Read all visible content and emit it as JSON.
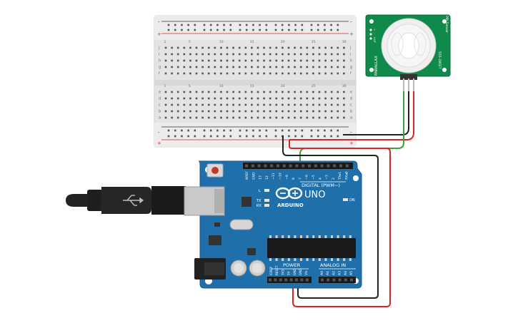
{
  "breadboard": {
    "top_labels": [
      "1",
      "",
      "",
      "",
      "5",
      "",
      "",
      "",
      "",
      "10",
      "",
      "",
      "",
      "",
      "15",
      "",
      "",
      "",
      "",
      "20",
      "",
      "",
      "",
      "",
      "25",
      "",
      "",
      "",
      "",
      "30"
    ],
    "rows_top": [
      "j",
      "i",
      "h",
      "g",
      "f"
    ],
    "rows_bottom": [
      "e",
      "d",
      "c",
      "b",
      "a"
    ],
    "plus": "+",
    "minus": "-"
  },
  "pir": {
    "title": "PIR Sensor",
    "brand": "PARALLAX",
    "part": "555-28027",
    "pin_labels": [
      "+",
      "-",
      "OUT"
    ]
  },
  "arduino": {
    "brand": "ARDUINO",
    "model": "UNO",
    "digital_label": "DIGITAL (PWM~)",
    "power_label": "POWER",
    "analog_label": "ANALOG IN",
    "on_label": "ON",
    "l_label": "L",
    "tx_label": "TX",
    "rx_label": "RX",
    "digital_pins": [
      "AREF",
      "GND",
      "13",
      "12",
      "~11",
      "~10",
      "~9",
      "8",
      "7",
      "~6",
      "~5",
      "4",
      "~3",
      "2",
      "TX▸1",
      "RX◂0"
    ],
    "power_pins": [
      "IOREF",
      "RESET",
      "3V3",
      "5V",
      "GND",
      "GND",
      "Vin"
    ],
    "analog_pins": [
      "A0",
      "A1",
      "A2",
      "A3",
      "A4",
      "A5"
    ]
  },
  "colors": {
    "board_blue": "#1f6faa",
    "board_dark": "#185a8c",
    "breadboard": "#e6e6e6",
    "pir_green": "#0f8a4b",
    "wire_red": "#d32828",
    "wire_black": "#222222",
    "wire_green": "#3aa13a"
  }
}
